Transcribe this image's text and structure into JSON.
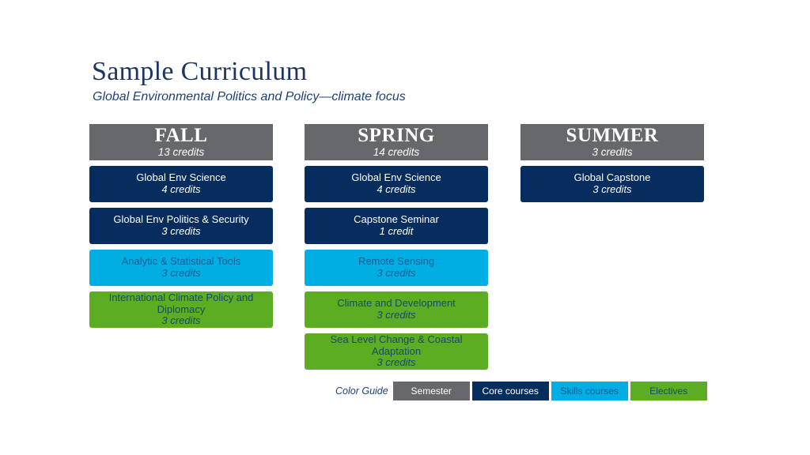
{
  "page": {
    "title": "Sample Curriculum",
    "subtitle": "Global Environmental Politics and Policy—climate focus"
  },
  "colors": {
    "semester_gray": "#66686C",
    "core_navy": "#062D5E",
    "skills_cyan": "#00AEE4",
    "electives_green": "#5CAD21",
    "title_navy": "#1E3462",
    "subtitle_blue": "#1E4077",
    "text_on_cyan": "#0B5E92",
    "text_on_green": "#184A6B"
  },
  "columns": [
    {
      "name": "FALL",
      "credits": "13 credits",
      "courses": [
        {
          "title": "Global Env Science",
          "credits": "4 credits",
          "type": "core"
        },
        {
          "title": "Global Env Politics & Security",
          "credits": "3 credits",
          "type": "core"
        },
        {
          "title": "Analytic & Statistical Tools",
          "credits": "3 credits",
          "type": "skills"
        },
        {
          "title": "International Climate Policy and Diplomacy",
          "credits": "3 credits",
          "type": "electives"
        }
      ]
    },
    {
      "name": "SPRING",
      "credits": "14 credits",
      "courses": [
        {
          "title": "Global Env Science",
          "credits": "4 credits",
          "type": "core"
        },
        {
          "title": "Capstone Seminar",
          "credits": "1 credit",
          "type": "core"
        },
        {
          "title": "Remote Sensing",
          "credits": "3 credits",
          "type": "skills"
        },
        {
          "title": "Climate and Development",
          "credits": "3 credits",
          "type": "electives"
        },
        {
          "title": "Sea Level Change & Coastal Adaptation",
          "credits": "3 credits",
          "type": "electives"
        }
      ]
    },
    {
      "name": "SUMMER",
      "credits": "3 credits",
      "courses": [
        {
          "title": "Global Capstone",
          "credits": "3 credits",
          "type": "core"
        }
      ]
    }
  ],
  "legend": {
    "label": "Color Guide",
    "items": [
      {
        "label": "Semester",
        "type": "semester"
      },
      {
        "label": "Core courses",
        "type": "core"
      },
      {
        "label": "Skills courses",
        "type": "skills"
      },
      {
        "label": "Electives",
        "type": "electives"
      }
    ]
  }
}
